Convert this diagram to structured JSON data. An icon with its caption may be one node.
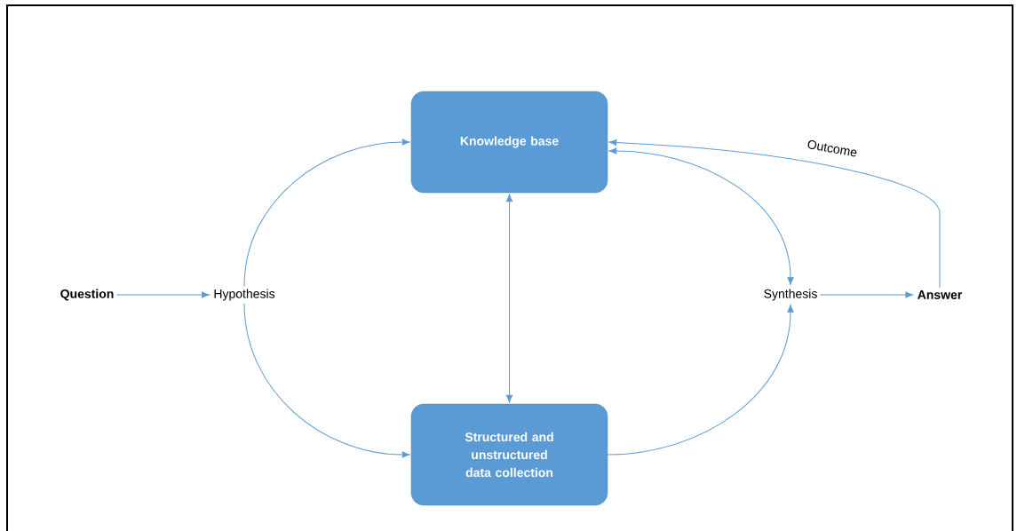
{
  "diagram": {
    "nodes": [
      {
        "text": [
          "Knowledge base"
        ]
      },
      {
        "text": [
          "Question"
        ]
      },
      {
        "text": [
          "Hypothesis"
        ]
      },
      {
        "text": [
          "Synthesis"
        ]
      },
      {
        "text": [
          "Answer"
        ]
      },
      {
        "text": [
          "Structured and unstructured data collection"
        ]
      }
    ],
    "edges": [
      {
        "from": 1,
        "to": 2,
        "arrow": "to"
      },
      {
        "from": 2,
        "to": 0,
        "arrow": "to"
      },
      {
        "from": 2,
        "to": 5,
        "arrow": "to"
      },
      {
        "from": 0,
        "to": 5,
        "arrow": "both"
      },
      {
        "from": 0,
        "to": 3,
        "arrow": "both"
      },
      {
        "from": 5,
        "to": 3,
        "arrow": "to"
      },
      {
        "from": 3,
        "to": 4,
        "arrow": "to"
      },
      {
        "from": 4,
        "to": 0,
        "arrow": "to",
        "label": "Outcome"
      }
    ]
  }
}
